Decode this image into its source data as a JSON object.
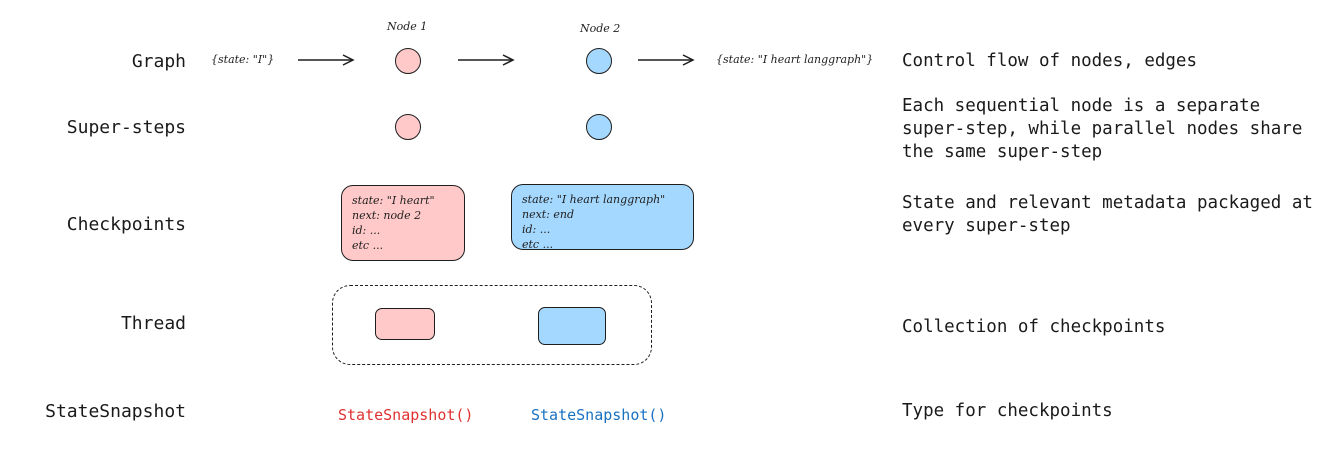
{
  "rows": {
    "graph": {
      "label": "Graph",
      "description": "Control flow of nodes, edges",
      "input_state": "{state: \"I\"}",
      "output_state": "{state: \"I heart langgraph\"}",
      "node1_label": "Node 1",
      "node2_label": "Node 2"
    },
    "super_steps": {
      "label": "Super-steps",
      "description": "Each sequential node is a separate super-step, while parallel nodes share the same super-step"
    },
    "checkpoints": {
      "label": "Checkpoints",
      "description": "State and relevant metadata packaged at every super-step",
      "card1": {
        "lines": [
          "state: \"I heart\"",
          "next: node 2",
          "id: ...",
          "etc ..."
        ]
      },
      "card2": {
        "lines": [
          "state: \"I heart langgraph\"",
          "next: end",
          "id: ...",
          "etc ..."
        ]
      }
    },
    "thread": {
      "label": "Thread",
      "description": "Collection of checkpoints"
    },
    "state_snapshot": {
      "label": "StateSnapshot",
      "description": "Type for checkpoints",
      "call1": "StateSnapshot()",
      "call2": "StateSnapshot()"
    }
  },
  "colors": {
    "node1_fill": "#ffc9c9",
    "node2_fill": "#a5d8ff",
    "call1_text": "#e03131",
    "call2_text": "#1971c2"
  }
}
